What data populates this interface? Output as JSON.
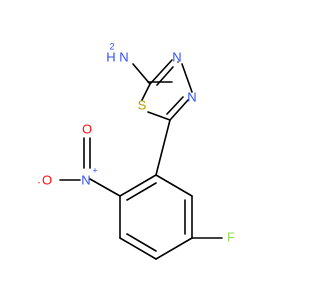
{
  "molecule": {
    "atoms": {
      "amine_h": "H",
      "amine_n": "N",
      "amine_sub": "2",
      "thiadiazole_n3": "N",
      "thiadiazole_n4": "N",
      "thiadiazole_s": "S",
      "nitro_n": "N",
      "nitro_n_charge": "+",
      "nitro_o_single": "O",
      "nitro_o_single_charge": "-",
      "nitro_o_double": "O",
      "fluorine": "F"
    },
    "colors": {
      "carbon_bond": "#000000",
      "nitrogen": "#3050F8",
      "oxygen": "#FF0D0D",
      "sulfur": "#B8A000",
      "fluorine": "#90E050"
    }
  }
}
